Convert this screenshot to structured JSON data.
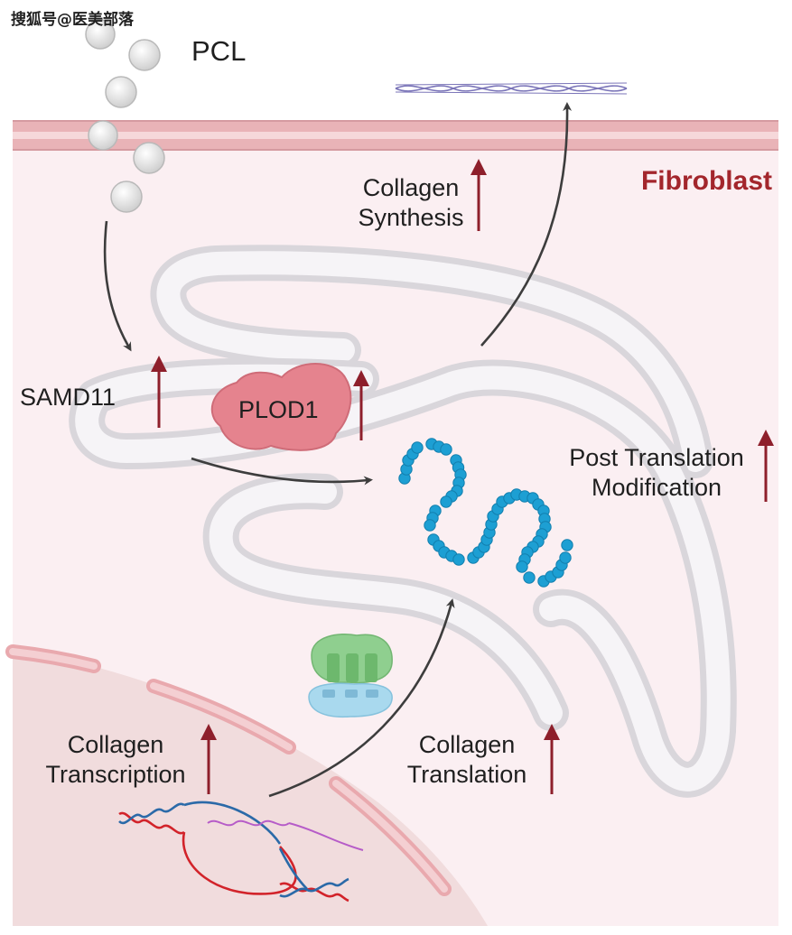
{
  "watermark": "搜狐号@医美部落",
  "labels": {
    "pcl": "PCL",
    "cell": "Fibroblast",
    "samd11": "SAMD11",
    "plod1": "PLOD1",
    "synthesis_line1": "Collagen",
    "synthesis_line2": "Synthesis",
    "ptm_line1": "Post Translation",
    "ptm_line2": "Modification",
    "transcription_line1": "Collagen",
    "transcription_line2": "Transcription",
    "translation_line1": "Collagen",
    "translation_line2": "Translation"
  },
  "colors": {
    "cytoplasm": "#fbeff2",
    "membrane": "#e9b3b7",
    "er_fill": "#eeeaee",
    "nucleus": "#f1dcdd",
    "up_arrow": "#8e1f2b",
    "flow_arrow": "#3d3d3d",
    "plod1": "#e5838e",
    "peptide": "#1d9fd3",
    "ribosome_large": "#8fcf8f",
    "ribosome_small": "#a9d9ee",
    "dna_red": "#d2232a",
    "dna_blue": "#2b6aa8",
    "mrna": "#b65cc8",
    "fibril": "#7a74b8",
    "title_red": "#a3262c"
  }
}
